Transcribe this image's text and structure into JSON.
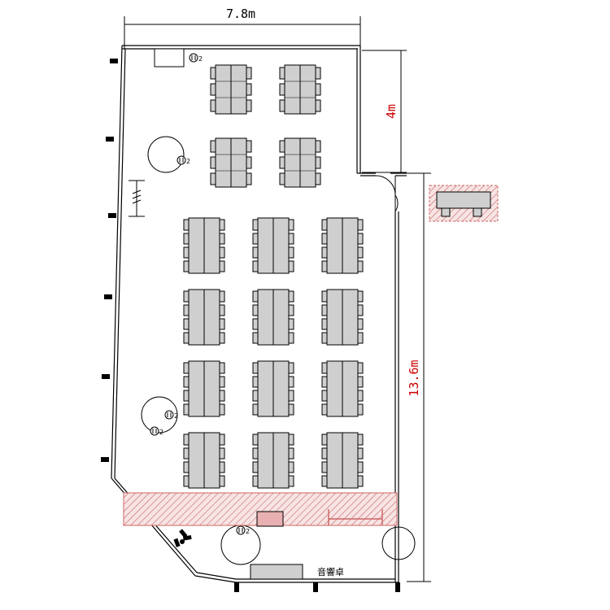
{
  "dimensions": {
    "width_label": "7.8m",
    "depth_label": "13.6m",
    "notch_label": "4m"
  },
  "labels": {
    "sound_desk": "音響卓",
    "outlet_tag": "2"
  },
  "colors": {
    "wall": "#000000",
    "dimension": "#cc0000",
    "table_fill": "#cfcfcf",
    "hatch": "#cc6666",
    "hatch_bg": "#f7e4e4"
  },
  "icons": {
    "outlet": "outlet-icon",
    "speaker": "speaker-stand-icon",
    "door": "door-swing-icon"
  },
  "layout": {
    "table_groups_upper": 4,
    "table_groups_lower": 12,
    "table_group_rows_upper": 3,
    "table_group_rows_lower": 4
  }
}
